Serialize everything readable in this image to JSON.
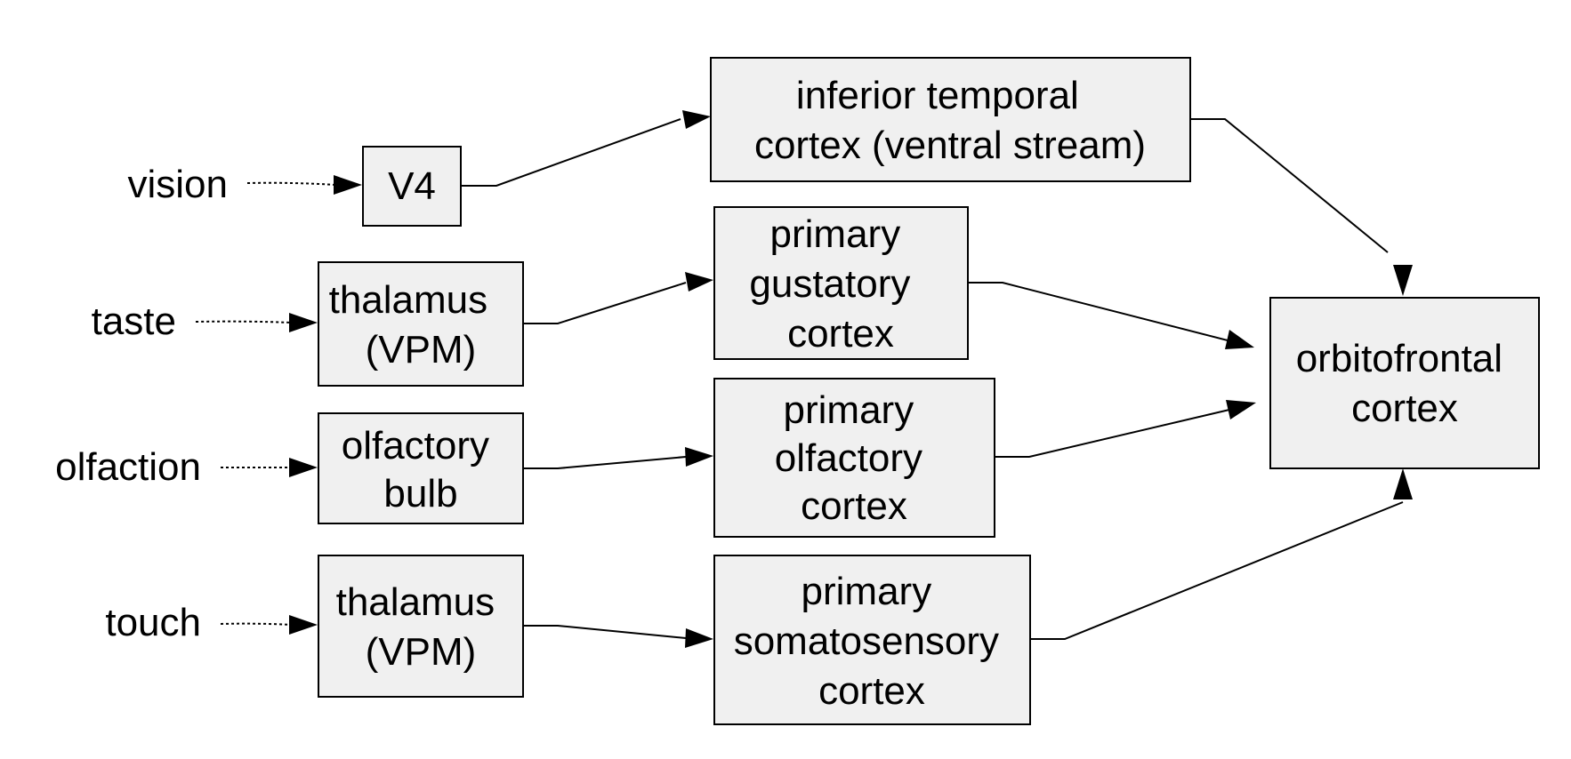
{
  "inputs": [
    {
      "id": "vision",
      "label": "vision"
    },
    {
      "id": "taste",
      "label": "taste"
    },
    {
      "id": "olfaction",
      "label": "olfaction"
    },
    {
      "id": "touch",
      "label": "touch"
    }
  ],
  "nodes": [
    {
      "id": "v4",
      "lines": [
        "V4"
      ]
    },
    {
      "id": "it",
      "lines": [
        "inferior temporal",
        "cortex (ventral stream)"
      ]
    },
    {
      "id": "thal1",
      "lines": [
        "thalamus",
        "(VPM)"
      ]
    },
    {
      "id": "gust",
      "lines": [
        "primary",
        "gustatory",
        "cortex"
      ]
    },
    {
      "id": "bulb",
      "lines": [
        "olfactory",
        "bulb"
      ]
    },
    {
      "id": "olfc",
      "lines": [
        "primary",
        "olfactory",
        "cortex"
      ]
    },
    {
      "id": "thal2",
      "lines": [
        "thalamus",
        "(VPM)"
      ]
    },
    {
      "id": "soma",
      "lines": [
        "primary",
        "somatosensory",
        "cortex"
      ]
    },
    {
      "id": "ofc",
      "lines": [
        "orbitofrontal",
        "cortex"
      ]
    }
  ],
  "edges": [
    {
      "from": "vision",
      "to": "v4",
      "style": "dotted"
    },
    {
      "from": "taste",
      "to": "thal1",
      "style": "dotted"
    },
    {
      "from": "olfaction",
      "to": "bulb",
      "style": "dotted"
    },
    {
      "from": "touch",
      "to": "thal2",
      "style": "dotted"
    },
    {
      "from": "v4",
      "to": "it",
      "style": "solid"
    },
    {
      "from": "thal1",
      "to": "gust",
      "style": "solid"
    },
    {
      "from": "bulb",
      "to": "olfc",
      "style": "solid"
    },
    {
      "from": "thal2",
      "to": "soma",
      "style": "solid"
    },
    {
      "from": "it",
      "to": "ofc",
      "style": "solid"
    },
    {
      "from": "gust",
      "to": "ofc",
      "style": "solid"
    },
    {
      "from": "olfc",
      "to": "ofc",
      "style": "solid"
    },
    {
      "from": "soma",
      "to": "ofc",
      "style": "solid"
    }
  ]
}
